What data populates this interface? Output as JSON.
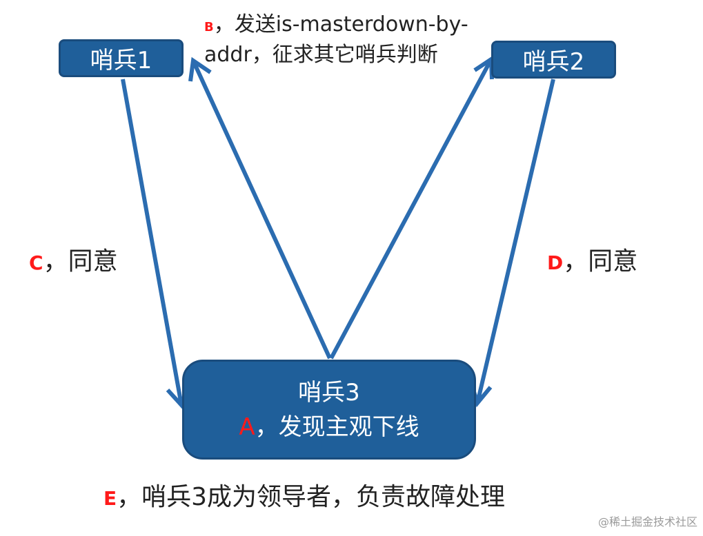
{
  "nodes": {
    "sentinel1": "哨兵1",
    "sentinel2": "哨兵2",
    "sentinel3": "哨兵3",
    "sentinel3_letter": "A",
    "sentinel3_text": "，发现主观下线"
  },
  "steps": {
    "b_letter": "B",
    "b_text_line1": "，发送is-masterdown-by-",
    "b_text_line2": "addr，征求其它哨兵判断",
    "c_letter": "C",
    "c_text": "，同意",
    "d_letter": "D",
    "d_text": "，同意",
    "e_letter": "E",
    "e_text": "，哨兵3成为领导者，负责故障处理"
  },
  "watermark": "@稀土掘金技术社区",
  "colors": {
    "node_fill": "#1f5f9a",
    "arrow": "#2b6cb0",
    "highlight": "#ff1a1a"
  }
}
